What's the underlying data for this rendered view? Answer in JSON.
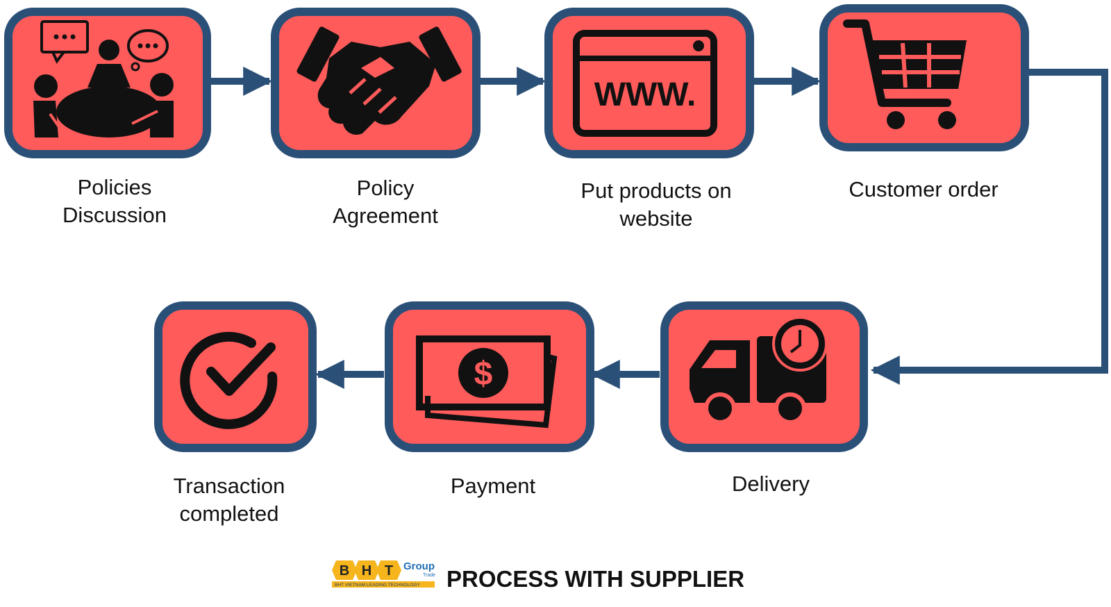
{
  "colors": {
    "box_fill": "#ff5b5b",
    "box_border": "#2b5078",
    "connector": "#2b5078",
    "icon": "#111111",
    "logo_yellow": "#f6b51c",
    "logo_blue": "#1f6fb5"
  },
  "steps": [
    {
      "id": "policies-discussion",
      "icon": "meeting-icon",
      "label": "Policies\nDiscussion"
    },
    {
      "id": "policy-agreement",
      "icon": "handshake-icon",
      "label": "Policy\nAgreement"
    },
    {
      "id": "put-products-on-website",
      "icon": "website-icon",
      "label": "Put products on\nwebsite",
      "icon_text": "WWW."
    },
    {
      "id": "customer-order",
      "icon": "shopping-cart-icon",
      "label": "Customer order"
    },
    {
      "id": "delivery",
      "icon": "delivery-truck-icon",
      "label": "Delivery"
    },
    {
      "id": "payment",
      "icon": "money-icon",
      "label": "Payment",
      "icon_text": "$"
    },
    {
      "id": "transaction-completed",
      "icon": "check-circle-icon",
      "label": "Transaction\ncompleted"
    }
  ],
  "footer": {
    "title": "PROCESS WITH SUPPLIER",
    "logo": {
      "letters": [
        "B",
        "H",
        "T"
      ],
      "group_text": "Group",
      "trade_text": "Trade",
      "tagline": "BHT VIETNAM LEADING TECHNOLOGY"
    }
  }
}
